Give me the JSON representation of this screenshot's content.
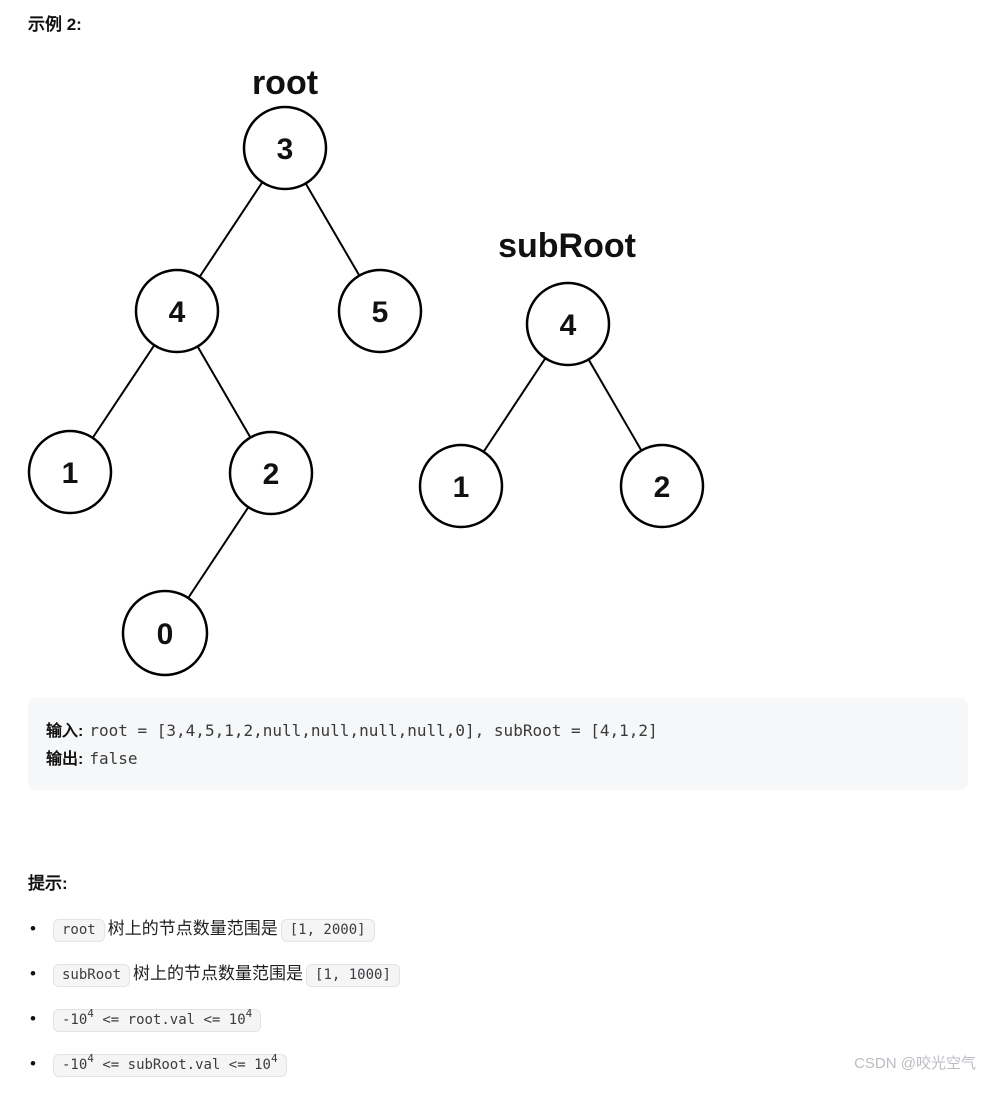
{
  "page": {
    "example_label": "示例 2:"
  },
  "diagram": {
    "root_label": "root",
    "subroot_label": "subRoot",
    "root_tree": {
      "nodes": [
        "3",
        "4",
        "5",
        "1",
        "2",
        "0"
      ]
    },
    "subroot_tree": {
      "nodes": [
        "4",
        "1",
        "2"
      ]
    }
  },
  "code_block": {
    "input_label": "输入:",
    "input_value": "root = [3,4,5,1,2,null,null,null,null,0], subRoot = [4,1,2]",
    "output_label": "输出:",
    "output_value": "false"
  },
  "hints": {
    "title": "提示:",
    "bullet": "•",
    "items": [
      {
        "code_pre": "root",
        "text": "树上的节点数量范围是",
        "code_range": "[1, 2000]"
      },
      {
        "code_pre": "subRoot",
        "text": "树上的节点数量范围是",
        "code_range": "[1, 1000]"
      },
      {
        "base1": "-10",
        "sup1": "4",
        "mid": " <= root.val <= 10",
        "sup2": "4"
      },
      {
        "base1": "-10",
        "sup1": "4",
        "mid": " <= subRoot.val <= 10",
        "sup2": "4"
      }
    ]
  },
  "watermark": "CSDN @咬光空气"
}
